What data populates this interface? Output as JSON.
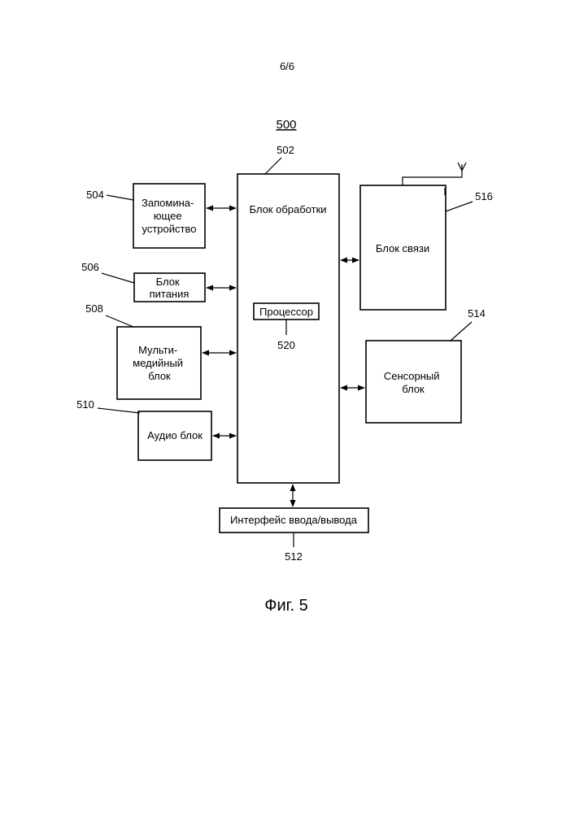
{
  "page_number": "6/6",
  "figure": {
    "ref": "500",
    "caption": "Фиг. 5"
  },
  "blocks": {
    "processing": {
      "ref": "502",
      "label": "Блок обработки"
    },
    "memory": {
      "ref": "504",
      "lines": [
        "Запомина-",
        "ющее",
        "устройство"
      ]
    },
    "power": {
      "ref": "506",
      "lines": [
        "Блок",
        "питания"
      ]
    },
    "multimedia": {
      "ref": "508",
      "lines": [
        "Мульти-",
        "медийный",
        "блок"
      ]
    },
    "audio": {
      "ref": "510",
      "label": "Аудио блок"
    },
    "io": {
      "ref": "512",
      "label": "Интерфейс ввода/вывода"
    },
    "sensor": {
      "ref": "514",
      "lines": [
        "Сенсорный",
        "блок"
      ]
    },
    "comm": {
      "ref": "516",
      "label": "Блок связи"
    },
    "processor": {
      "ref": "520",
      "label": "Процессор"
    }
  }
}
